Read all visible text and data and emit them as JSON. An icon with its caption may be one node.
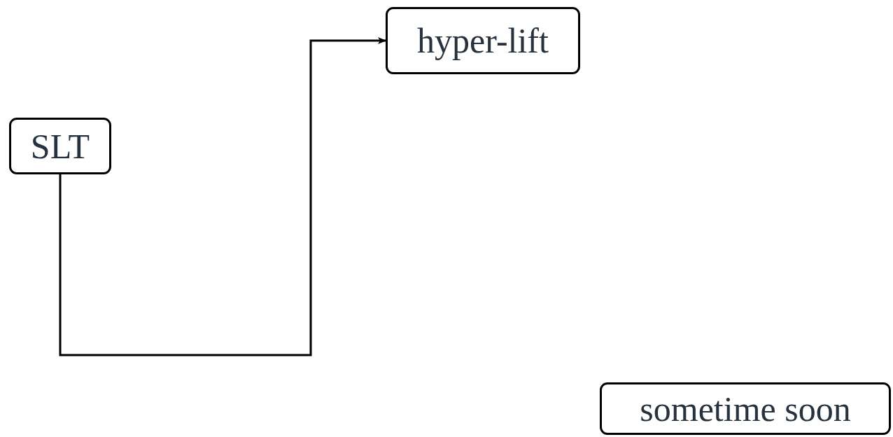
{
  "diagram": {
    "nodes": [
      {
        "text": [
          "SLT"
        ]
      },
      {
        "text": [
          "hyper-lift"
        ]
      },
      {
        "text": [
          "sometime soon"
        ]
      }
    ],
    "edges": [
      {
        "from": 0,
        "to": 1,
        "arrow": "to"
      }
    ]
  }
}
